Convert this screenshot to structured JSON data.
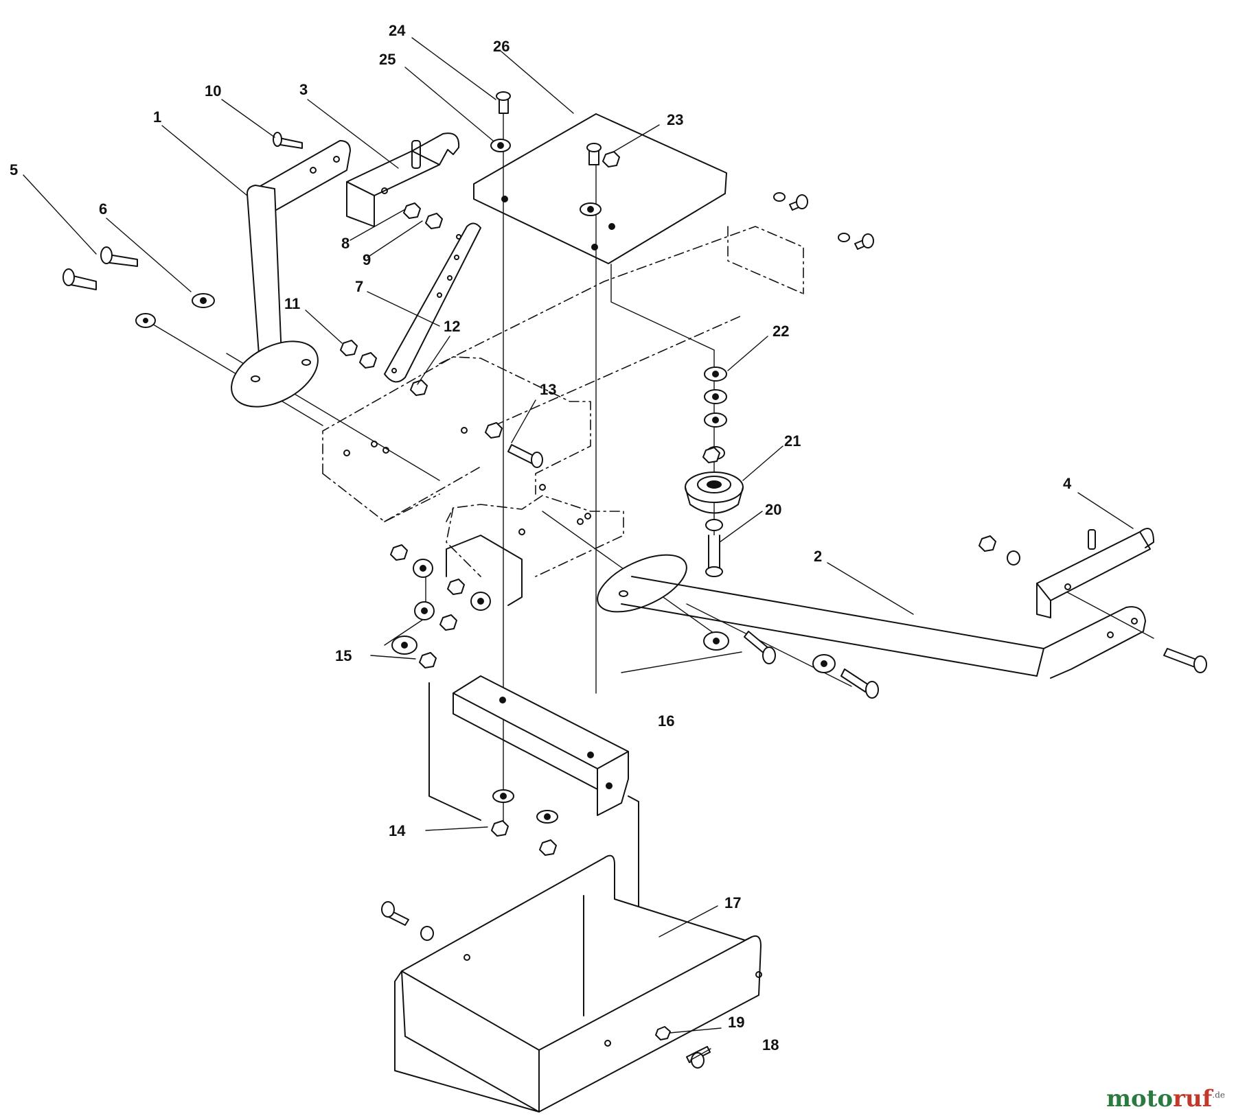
{
  "diagram": {
    "callouts": [
      "1",
      "2",
      "3",
      "4",
      "5",
      "6",
      "7",
      "8",
      "9",
      "10",
      "11",
      "12",
      "13",
      "14",
      "15",
      "16",
      "17",
      "18",
      "19",
      "20",
      "21",
      "22",
      "23",
      "24",
      "25",
      "26"
    ]
  },
  "watermark": {
    "text_a": "moto",
    "text_b": "ruf",
    "suffix": ".de"
  },
  "colors": {
    "ink": "#111111",
    "background": "#ffffff"
  }
}
